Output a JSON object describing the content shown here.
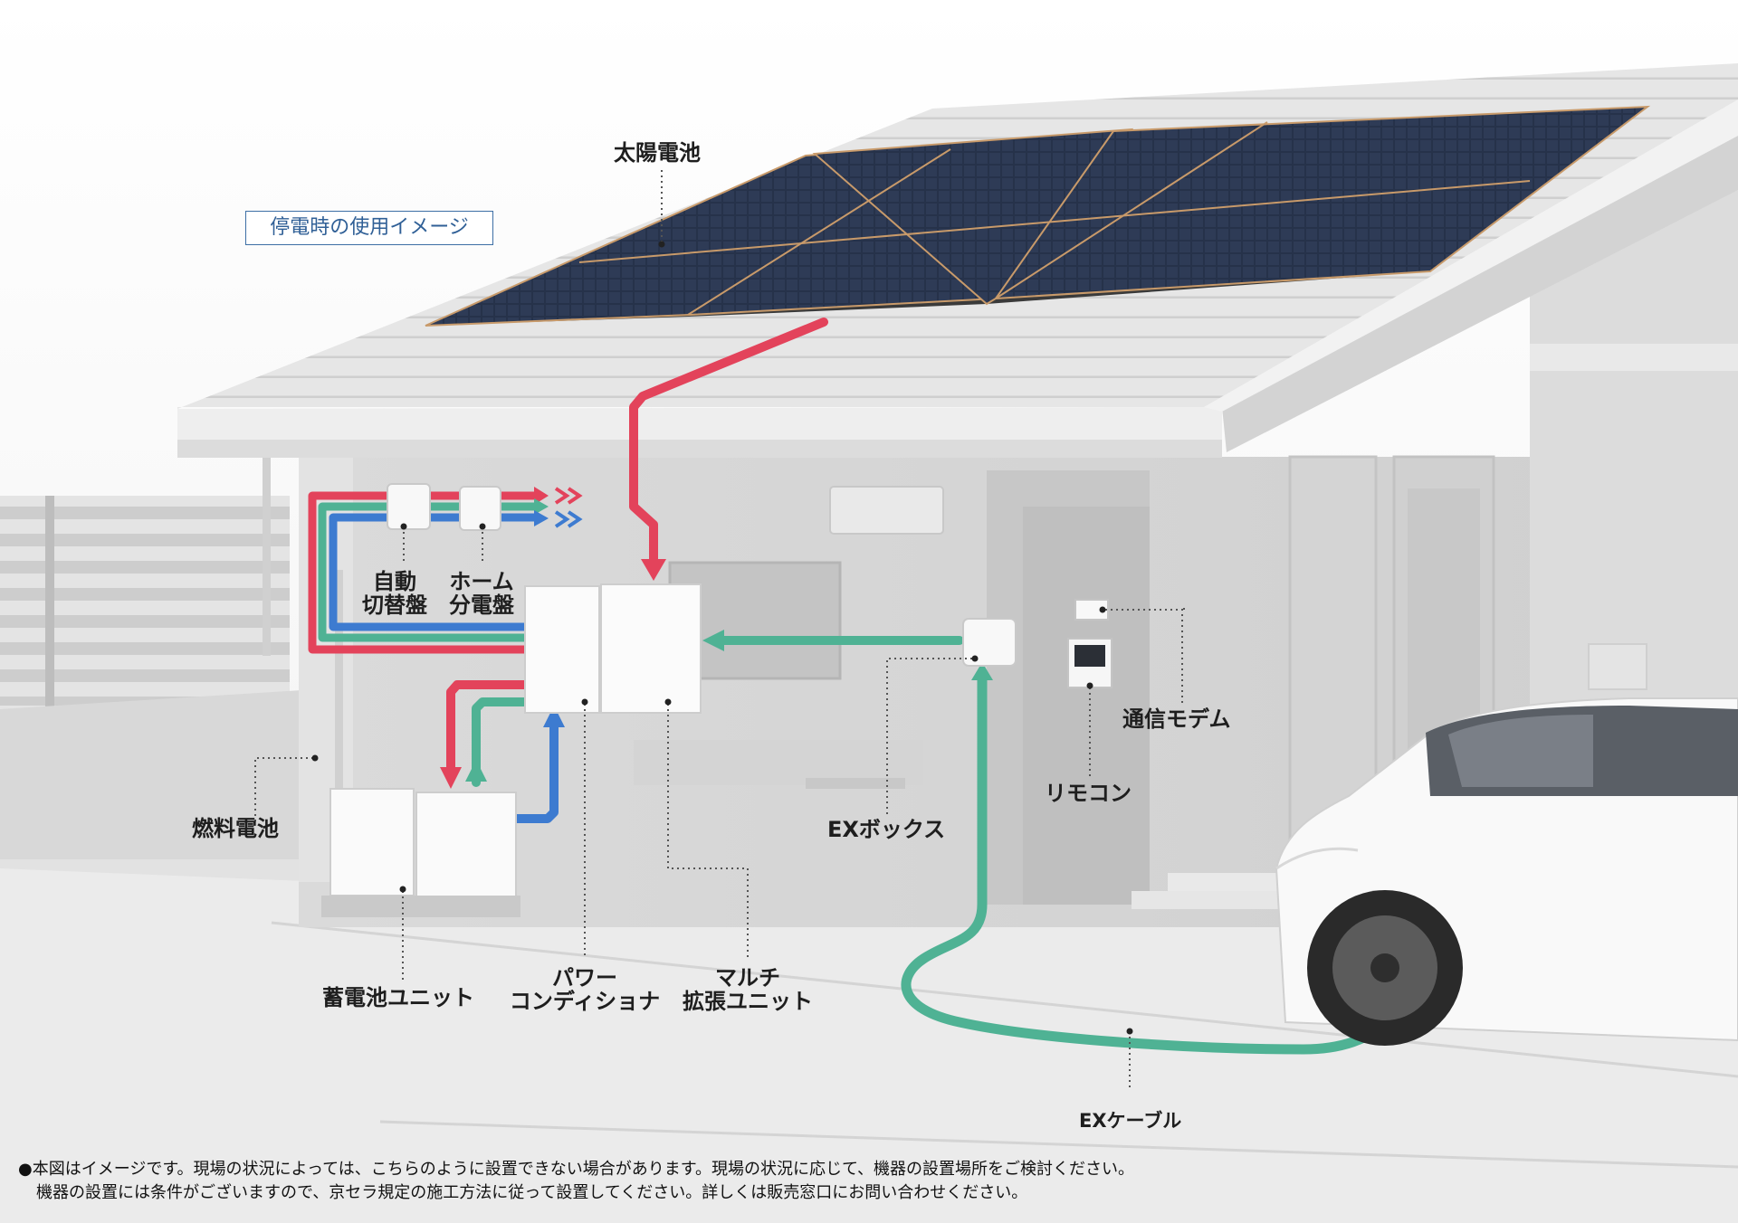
{
  "badge": "停電時の使用イメージ",
  "labels": {
    "solar": "太陽電池",
    "auto_switch": [
      "自動",
      "切替盤"
    ],
    "home_panel": [
      "ホーム",
      "分電盤"
    ],
    "fuel_cell": "燃料電池",
    "storage_unit": "蓄電池ユニット",
    "power_conditioner": [
      "パワー",
      "コンディショナ"
    ],
    "multi_unit": [
      "マルチ",
      "拡張ユニット"
    ],
    "ex_box": "EXボックス",
    "modem": "通信モデム",
    "remote": "リモコン",
    "ex_cable": "EXケーブル"
  },
  "notes": [
    "●本図はイメージです。現場の状況によっては、こちらのように設置できない場合があります。現場の状況に応じて、機器の設置場所をご検討ください。",
    "機器の設置には条件がございますので、京セラ規定の施工方法に従って設置してください。詳しくは販売窓口にお問い合わせください。"
  ],
  "colors": {
    "red_flow": "#e3435b",
    "green_flow": "#4fb294",
    "blue_flow": "#3d7bd0",
    "badge_border": "#3d6fa5",
    "panel": "#1f2a3c"
  }
}
